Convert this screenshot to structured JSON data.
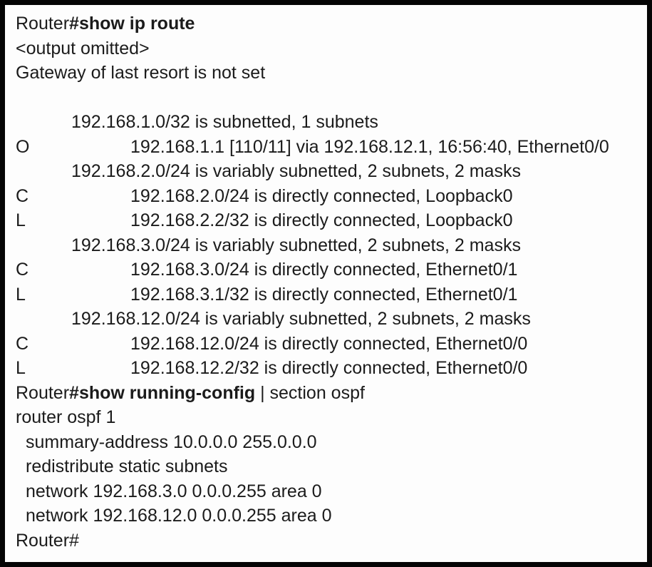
{
  "terminal": {
    "colors": {
      "background": "#fdfdfd",
      "border": "#050505",
      "text": "#1b1b1b"
    },
    "lines": [
      {
        "type": "command",
        "prompt": "Router",
        "command": "#show ip route",
        "suffix": ""
      },
      {
        "type": "text",
        "indent": 0,
        "text": "<output omitted>"
      },
      {
        "type": "text",
        "indent": 0,
        "text": "Gateway of last resort is not set"
      },
      {
        "type": "blank"
      },
      {
        "type": "text",
        "indent": 1,
        "text": "192.168.1.0/32 is subnetted, 1 subnets"
      },
      {
        "type": "route",
        "code": "O",
        "text": "192.168.1.1 [110/11] via 192.168.12.1, 16:56:40, Ethernet0/0"
      },
      {
        "type": "text",
        "indent": 1,
        "text": "192.168.2.0/24 is variably subnetted, 2 subnets, 2 masks"
      },
      {
        "type": "route",
        "code": "C",
        "text": "192.168.2.0/24 is directly connected, Loopback0"
      },
      {
        "type": "route",
        "code": "L",
        "text": "192.168.2.2/32 is directly connected, Loopback0"
      },
      {
        "type": "text",
        "indent": 1,
        "text": "192.168.3.0/24 is variably subnetted, 2 subnets, 2 masks"
      },
      {
        "type": "route",
        "code": "C",
        "text": "192.168.3.0/24 is directly connected, Ethernet0/1"
      },
      {
        "type": "route",
        "code": "L",
        "text": "192.168.3.1/32 is directly connected, Ethernet0/1"
      },
      {
        "type": "text",
        "indent": 1,
        "text": "192.168.12.0/24 is variably subnetted, 2 subnets, 2 masks"
      },
      {
        "type": "route",
        "code": "C",
        "text": "192.168.12.0/24 is directly connected, Ethernet0/0"
      },
      {
        "type": "route",
        "code": "L",
        "text": "192.168.12.2/32 is directly connected, Ethernet0/0"
      },
      {
        "type": "command",
        "prompt": "Router",
        "command": "#show running-config",
        "suffix": " | section ospf"
      },
      {
        "type": "text",
        "indent": 0,
        "text": "router ospf 1"
      },
      {
        "type": "text",
        "indent": 2,
        "text": "summary-address 10.0.0.0 255.0.0.0"
      },
      {
        "type": "text",
        "indent": 2,
        "text": "redistribute static subnets"
      },
      {
        "type": "text",
        "indent": 2,
        "text": "network 192.168.3.0 0.0.0.255 area 0"
      },
      {
        "type": "text",
        "indent": 2,
        "text": "network 192.168.12.0 0.0.0.255 area 0"
      },
      {
        "type": "text",
        "indent": 0,
        "text": "Router#"
      }
    ]
  }
}
